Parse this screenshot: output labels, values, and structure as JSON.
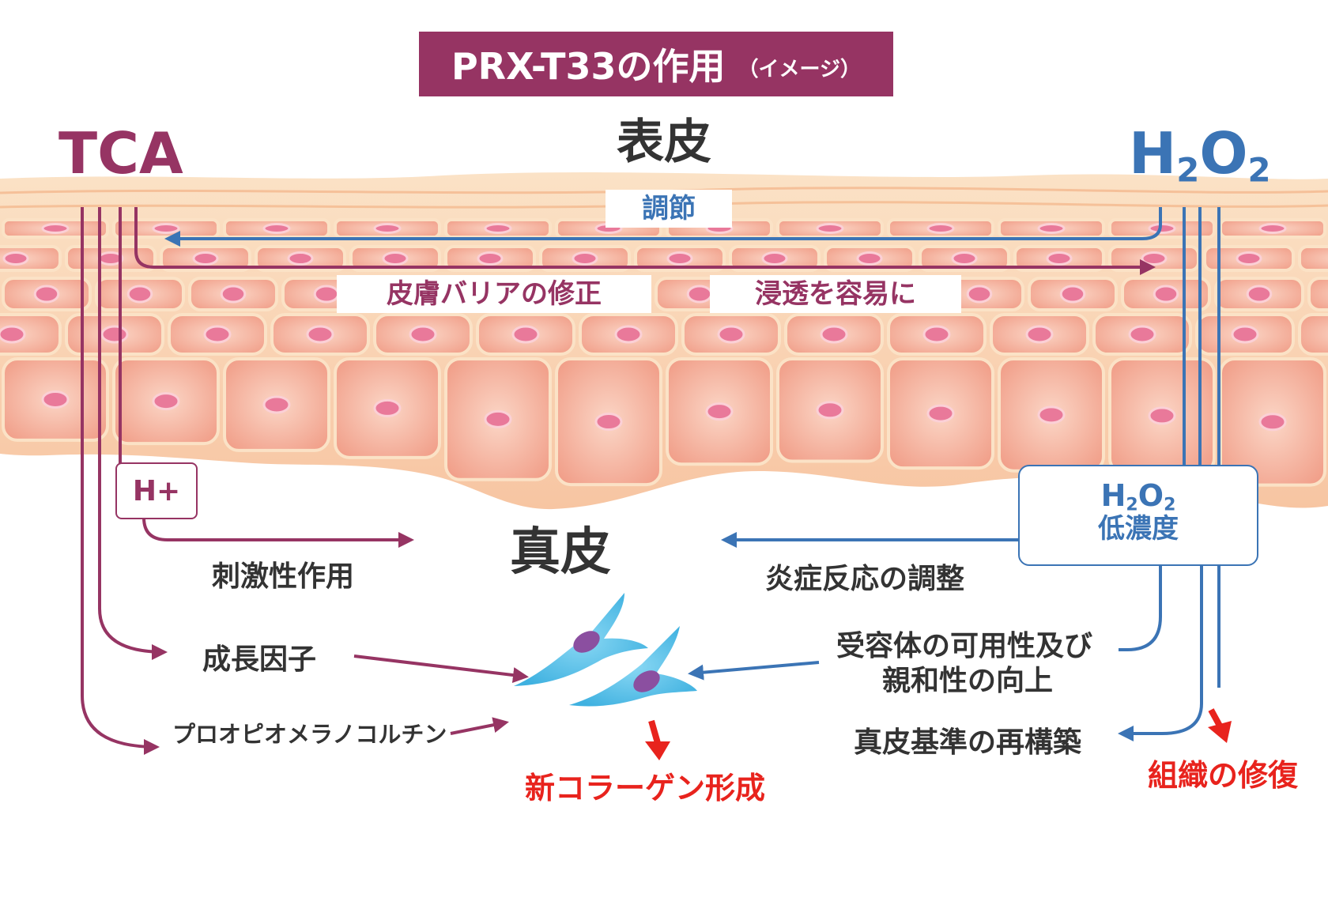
{
  "title": {
    "main": "PRX-T33の作用",
    "sub": "（イメージ）"
  },
  "agents": {
    "left": "TCA",
    "right": {
      "formula": "H",
      "sub1": "2",
      "mid": "O",
      "sub2": "2"
    }
  },
  "layers": {
    "epidermis": "表皮",
    "dermis": "真皮"
  },
  "epidermis_labels": {
    "regulation": "調節",
    "barrier": "皮膚バリアの修正",
    "penetration": "浸透を容易に"
  },
  "proton": "H+",
  "low_conc_box": {
    "formula": "H",
    "sub1": "2",
    "mid": "O",
    "sub2": "2",
    "caption": "低濃度"
  },
  "left_effects": [
    "刺激性作用",
    "成長因子",
    "プロオピオメラノコルチン"
  ],
  "right_effects": [
    "炎症反応の調整",
    "受容体の可用性及び",
    "親和性の向上",
    "真皮基準の再構築"
  ],
  "outcomes": {
    "collagen": "新コラーゲン形成",
    "repair": "組織の修復"
  },
  "colors": {
    "plum": "#963463",
    "blue": "#3b74b5",
    "red": "#e8231d",
    "skin": "#f7c9a8",
    "cell": "#f3a58f",
    "nucleus": "#e9799a",
    "fibroblast": "#5bc3ea"
  }
}
